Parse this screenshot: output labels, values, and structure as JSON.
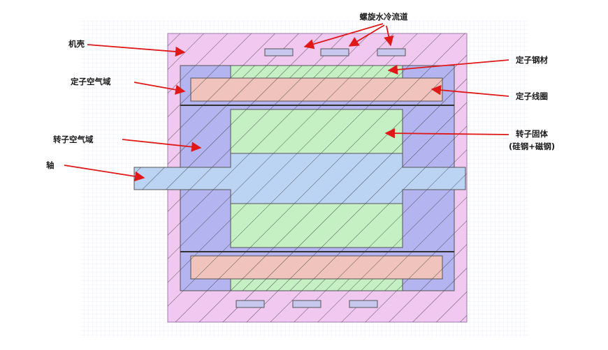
{
  "labels": {
    "cooling_channel": "螺旋水冷流道",
    "housing": "机壳",
    "stator_steel": "定子钢材",
    "stator_air_domain": "定子空气域",
    "stator_coil": "定子线圈",
    "rotor_air_domain": "转子空气域",
    "rotor_solid": "转子固体",
    "rotor_solid_sub": "(硅钢+磁钢)",
    "shaft": "轴"
  },
  "colors": {
    "housing": "#f0c8f0",
    "air_domain": "#b4b4f0",
    "steel": "#c4f0c4",
    "coil": "#f0c4bc",
    "shaft": "#bcd4f4",
    "cooling": "#c8c8ee",
    "arrow": "#e01818"
  }
}
